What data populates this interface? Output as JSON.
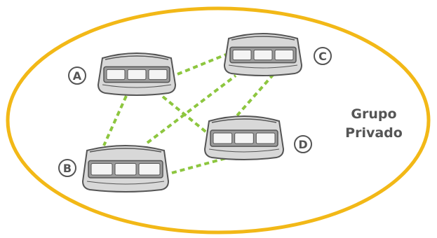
{
  "group_label": {
    "line1": "Grupo",
    "line2": "Privado"
  },
  "colors": {
    "group_outline": "#f2b817",
    "link_line": "#8dc63f",
    "device_body": "#d8d8d8",
    "device_panel": "#9a9a9a",
    "device_outline": "#555555",
    "label_text": "#555555"
  },
  "devices": [
    {
      "id": "A",
      "letter": "A"
    },
    {
      "id": "B",
      "letter": "B"
    },
    {
      "id": "C",
      "letter": "C"
    },
    {
      "id": "D",
      "letter": "D"
    }
  ],
  "links": [
    {
      "from": "A",
      "to": "C"
    },
    {
      "from": "A",
      "to": "B"
    },
    {
      "from": "A",
      "to": "D"
    },
    {
      "from": "B",
      "to": "C"
    },
    {
      "from": "B",
      "to": "D"
    },
    {
      "from": "C",
      "to": "D"
    }
  ]
}
